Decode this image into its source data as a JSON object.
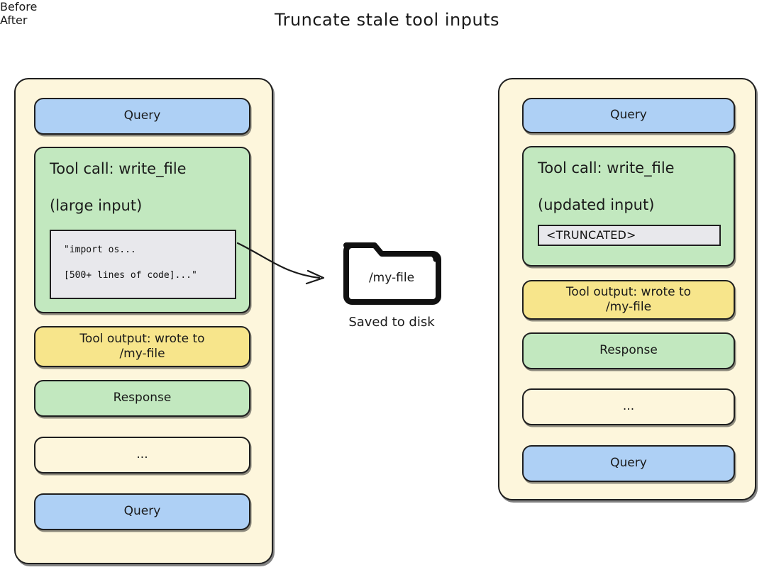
{
  "title": "Truncate stale tool inputs",
  "colors": {
    "query": "#aed0f5",
    "response": "#c2e8bf",
    "tool_output": "#f7e58b",
    "panel_background": "#fdf6dc",
    "code_background": "#e8e8ec",
    "stroke": "#1f1f1f"
  },
  "before": {
    "heading": "Before",
    "messages": {
      "query_top": "Query",
      "tool_call_name": "Tool call: write_file",
      "tool_call_note": "(large input)",
      "code_line_1": "\"import os...",
      "code_line_2": "[500+ lines of code]...\"",
      "tool_output": "Tool output: wrote to\n/my-file",
      "response": "Response",
      "ellipsis": "...",
      "query_bottom": "Query"
    }
  },
  "after": {
    "heading": "After",
    "messages": {
      "query_top": "Query",
      "tool_call_name": "Tool call: write_file",
      "tool_call_note": "(updated input)",
      "truncated": "<TRUNCATED>",
      "tool_output": "Tool output: wrote to\n/my-file",
      "response": "Response",
      "ellipsis": "...",
      "query_bottom": "Query"
    }
  },
  "disk": {
    "folder_name": "/my-file",
    "caption": "Saved to disk"
  }
}
